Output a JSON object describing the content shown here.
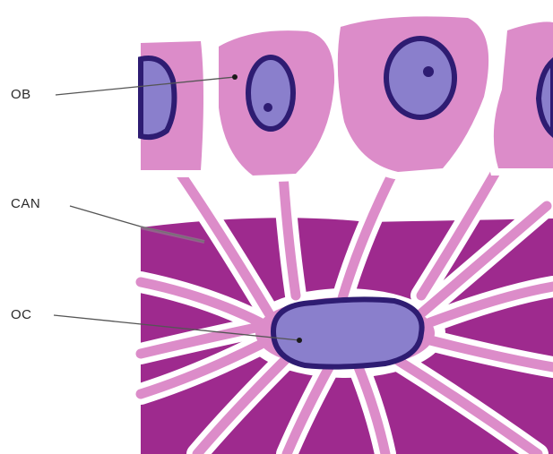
{
  "labels": {
    "osteoblast": "OB",
    "canaliculus": "CAN",
    "osteocyte": "OC"
  },
  "colors": {
    "bone_matrix": "#9e2a8e",
    "cell_cytoplasm": "#dc8cc9",
    "nucleus_fill": "#8a7fcc",
    "nucleus_border": "#2e1c72",
    "canal_border": "#ffffff",
    "leader_line": "#555555"
  }
}
